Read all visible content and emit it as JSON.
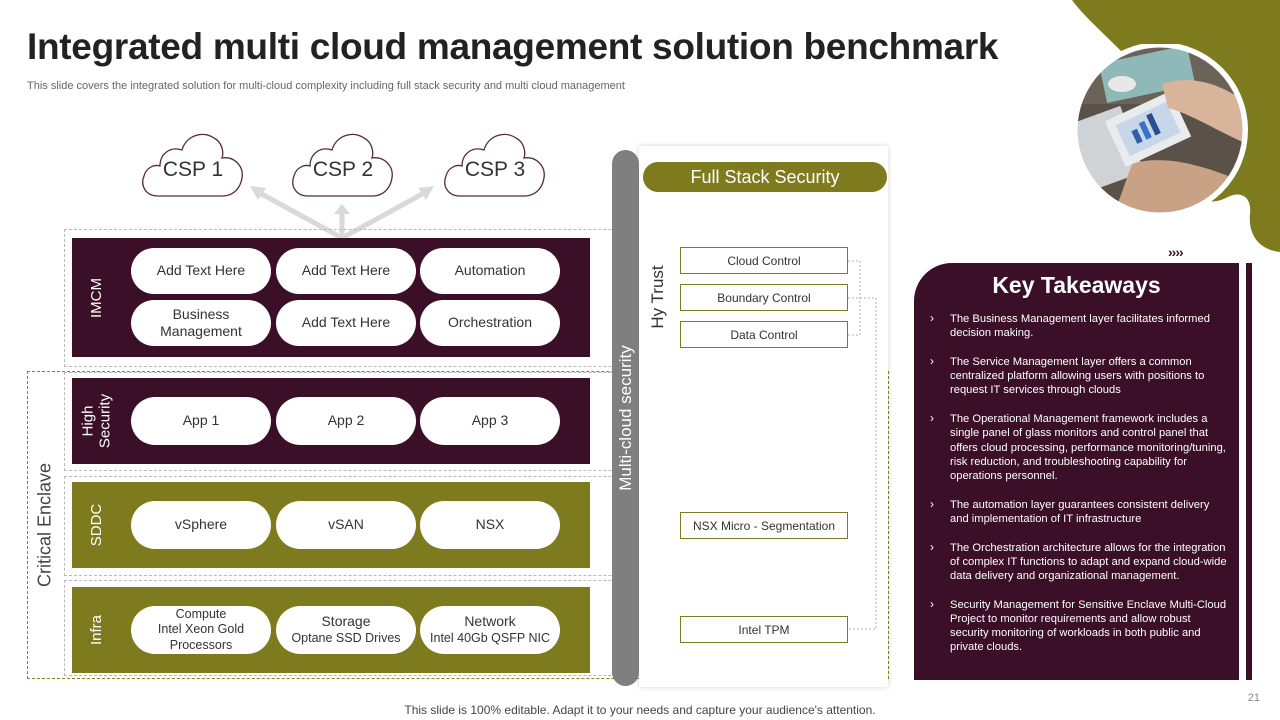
{
  "slide": {
    "title": "Integrated multi cloud management solution benchmark",
    "subtitle": "This slide covers the  integrated solution for multi-cloud complexity including full stack security and multi cloud management",
    "footer": "This slide is 100% editable. Adapt it to your needs and capture your audience's attention.",
    "page_number": "21"
  },
  "clouds": [
    "CSP 1",
    "CSP 2",
    "CSP 3"
  ],
  "layers": {
    "imcm": {
      "label": "IMCM",
      "items": [
        "Add Text Here",
        "Add Text Here",
        "Automation",
        "Business Management",
        "Add Text Here",
        "Orchestration"
      ]
    },
    "high_security": {
      "label": "High Security",
      "items": [
        "App 1",
        "App 2",
        "App 3"
      ]
    },
    "sddc": {
      "label": "SDDC",
      "items": [
        "vSphere",
        "vSAN",
        "NSX"
      ]
    },
    "infra": {
      "label": "Infra",
      "items": [
        {
          "line1": "Compute",
          "line2": "Intel Xeon Gold Processors"
        },
        {
          "line1": "Storage",
          "line2": "Optane SSD Drives"
        },
        {
          "line1": "Network",
          "line2": "Intel 40Gb QSFP NIC"
        }
      ]
    }
  },
  "critical_enclave_label": "Critical Enclave",
  "multi_cloud_security_label": "Multi-cloud security",
  "full_stack_security": {
    "title": "Full Stack Security",
    "hytrust_label": "Hy Trust",
    "controls": [
      "Cloud Control",
      "Boundary Control",
      "Data Control"
    ],
    "nsx": "NSX Micro - Segmentation",
    "tpm": "Intel TPM"
  },
  "key_takeaways": {
    "arrows": "››››",
    "title": "Key Takeaways",
    "items": [
      "The Business Management layer facilitates informed decision making.",
      "The Service Management layer offers a common centralized platform allowing users with positions to request IT services through clouds",
      "The Operational Management framework includes a single panel of glass monitors and control panel that offers cloud processing, performance monitoring/tuning, risk reduction, and troubleshooting capability for operations personnel.",
      "The automation layer guarantees consistent delivery and implementation of IT infrastructure",
      "The Orchestration architecture allows for the integration of complex IT functions to adapt and expand cloud-wide data delivery and organizational management.",
      "Security Management for Sensitive Enclave Multi-Cloud Project to  monitor requirements and allow robust security monitoring of workloads in both public and private clouds."
    ]
  },
  "colors": {
    "dark_maroon": "#3a0f27",
    "olive": "#7d7b1e",
    "grey_bar": "#7f7f7f"
  }
}
